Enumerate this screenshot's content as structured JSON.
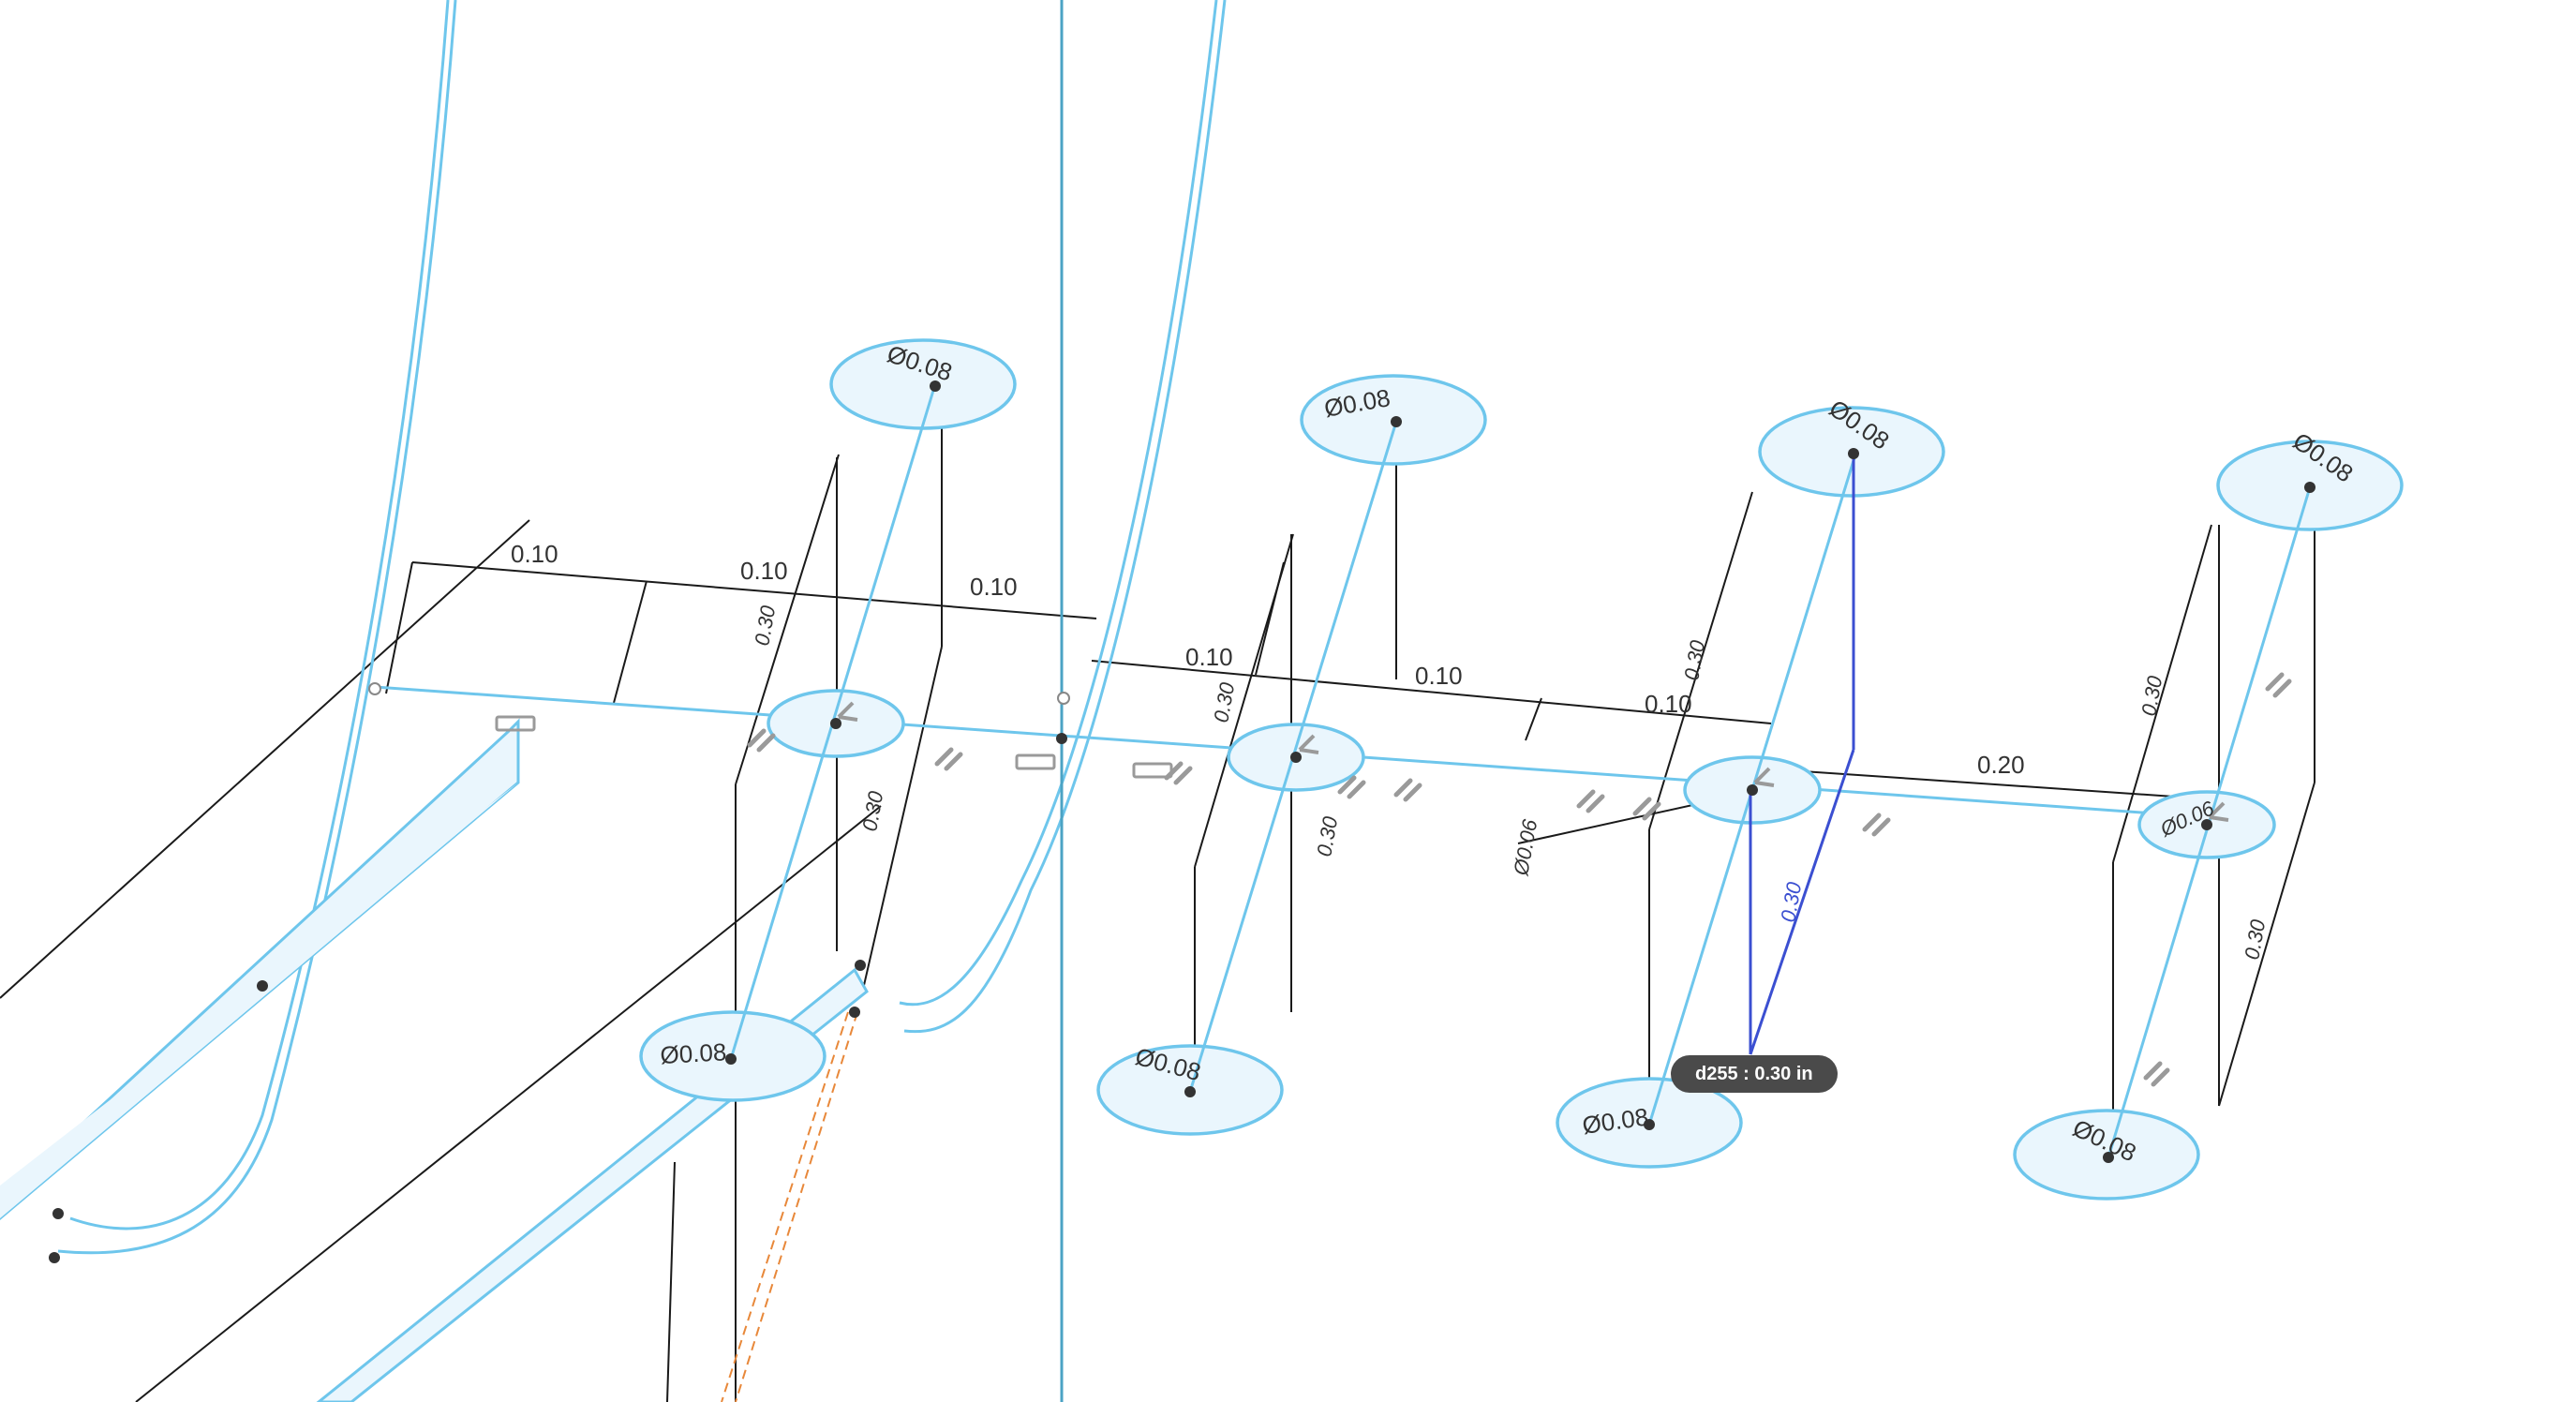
{
  "dimensions": {
    "horizontal_top": [
      "0.10",
      "0.10",
      "0.10"
    ],
    "horizontal_mid": [
      "0.10",
      "0.10",
      "0.10",
      "0.20"
    ],
    "vertical": [
      "0.30",
      "0.30",
      "0.30",
      "0.30",
      "0.30",
      "0.30",
      "0.30"
    ],
    "active_dimension": "0.30",
    "diameters": [
      "Ø0.08",
      "Ø0.08",
      "Ø0.08",
      "Ø0.08",
      "Ø0.08",
      "Ø0.08",
      "Ø0.08",
      "Ø0.08",
      "Ø0.06",
      "Ø0.06"
    ]
  },
  "tooltip": {
    "text": "d255 : 0.30 in"
  },
  "colors": {
    "sketch_line": "#6ec6ec",
    "sketch_fill": "#eaf6fd",
    "dimension_line": "#1a1a1a",
    "active_dimension": "#3b4fd1",
    "construction_line": "#e8883a",
    "tooltip_bg": "#4a4a4a"
  }
}
